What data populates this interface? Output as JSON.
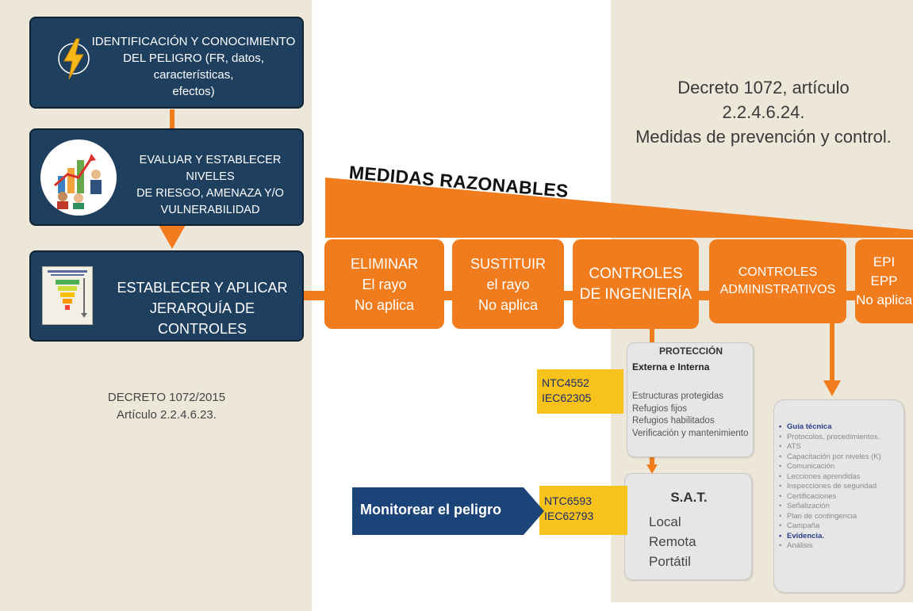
{
  "left": {
    "box1": {
      "line1": "IDENTIFICACIÓN Y CONOCIMIENTO",
      "line2": "DEL PELIGRO (FR, datos, características,",
      "line3": "efectos)"
    },
    "box2": {
      "line1": "EVALUAR Y  ESTABLECER NIVELES",
      "line2": "DE RIESGO, AMENAZA  Y/O",
      "line3": "VULNERABILIDAD"
    },
    "box3": {
      "line1": "ESTABLECER Y APLICAR",
      "line2": "JERARQUÍA DE CONTROLES"
    },
    "decree": {
      "line1": "DECRETO 1072/2015",
      "line2": "Artículo 2.2.4.6.23."
    }
  },
  "right": {
    "decree": {
      "line1": "Decreto 1072, artículo",
      "line2": "2.2.4.6.24.",
      "line3": "Medidas de prevención y control."
    }
  },
  "wedge_title": "MEDIDAS RAZONABLES",
  "controls": [
    {
      "line1": "ELIMINAR",
      "line2": "El rayo",
      "line3": "No aplica"
    },
    {
      "line1": "SUSTITUIR",
      "line2": "el rayo",
      "line3": "No aplica"
    },
    {
      "line1": "CONTROLES",
      "line2": "DE INGENIERÍA"
    },
    {
      "line1": "CONTROLES",
      "line2": "ADMINISTRATIVOS"
    },
    {
      "line1": "EPI",
      "line2": "EPP",
      "line3": "No aplica"
    }
  ],
  "protection": {
    "title": "PROTECCIÓN",
    "subtitle": "Externa e Interna",
    "items": [
      "Estructuras protegidas",
      "Refugios fijos",
      "Refugios habilitados",
      "Verificación y mantenimiento"
    ]
  },
  "tag1": {
    "line1": "NTC4552",
    "line2": "IEC62305"
  },
  "tag2": {
    "line1": "NTC6593",
    "line2": "IEC62793"
  },
  "sat": {
    "title": "S.A.T.",
    "items": [
      "Local",
      "Remota",
      "Portátil"
    ]
  },
  "monitor": {
    "label": "Monitorear el peligro"
  },
  "admin": {
    "items": [
      "Guía técnica",
      "Protocolos, procedimientos.",
      "ATS",
      "Capacitación por niveles (K)",
      "Comunicación",
      "Lecciones aprendidas",
      "Inspecciones de seguridad",
      "Certificaciones",
      "Señalización",
      "Plan de contingencia",
      "Campaña",
      "Evidencia.",
      "",
      "Análisis"
    ]
  },
  "colors": {
    "navy": "#1f3f5f",
    "orange": "#f07c1e",
    "yellow": "#f7c21a",
    "beige": "#ede7d9",
    "gray": "#e6e6e6",
    "monitor_blue": "#1d4478"
  },
  "icons": [
    "lightning-icon",
    "risk-evaluation-icon",
    "control-pyramid-icon"
  ]
}
